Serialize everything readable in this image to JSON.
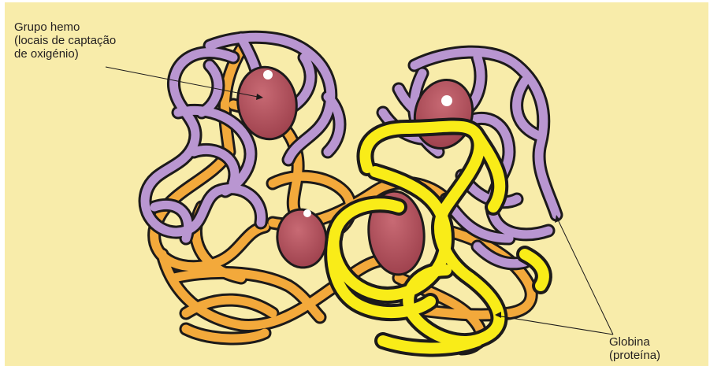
{
  "labels": {
    "heme_group": {
      "line1": "Grupo hemo",
      "line2": "(locais de captação",
      "line3": "de oxigénio)"
    },
    "globin": {
      "line1": "Globina",
      "line2": "(proteína)"
    }
  },
  "colors": {
    "background": "#f8ecaa",
    "alpha_chain": "#b996d1",
    "beta_chain_orange": "#f3a93b",
    "beta_chain_yellow": "#f9ec18",
    "heme": "#b04e5a",
    "outline": "#1c1a1a",
    "text": "#231f20"
  }
}
